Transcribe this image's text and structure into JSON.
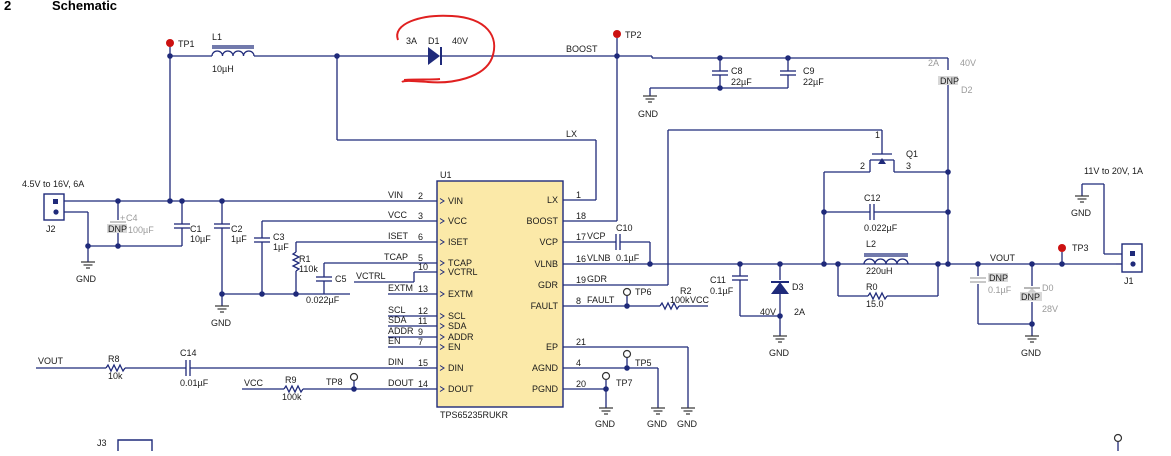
{
  "header": {
    "section_number": "2",
    "section_title": "Schematic"
  },
  "ic": {
    "ref": "U1",
    "part": "TPS65235RUKR",
    "left_pins": [
      {
        "num": "2",
        "name": "VIN"
      },
      {
        "num": "3",
        "name": "VCC"
      },
      {
        "num": "6",
        "name": "ISET"
      },
      {
        "num": "5",
        "name": "TCAP"
      },
      {
        "num": "10",
        "name": "VCTRL"
      },
      {
        "num": "13",
        "name": "EXTM"
      },
      {
        "num": "12",
        "name": "SCL"
      },
      {
        "num": "11",
        "name": "SDA"
      },
      {
        "num": "9",
        "name": "ADDR"
      },
      {
        "num": "7",
        "name": "EN"
      },
      {
        "num": "15",
        "name": "DIN"
      },
      {
        "num": "14",
        "name": "DOUT"
      }
    ],
    "right_pins": [
      {
        "num": "1",
        "name": "LX"
      },
      {
        "num": "18",
        "name": "BOOST"
      },
      {
        "num": "17",
        "name": "VCP"
      },
      {
        "num": "16",
        "name": "VLNB"
      },
      {
        "num": "19",
        "name": "GDR"
      },
      {
        "num": "8",
        "name": "FAULT"
      },
      {
        "num": "21",
        "name": "EP"
      },
      {
        "num": "4",
        "name": "AGND"
      },
      {
        "num": "20",
        "name": "PGND"
      }
    ]
  },
  "nets": {
    "vin": "VIN",
    "vcc": "VCC",
    "iset": "ISET",
    "tcap": "TCAP",
    "vctrl": "VCTRL",
    "extm": "EXTM",
    "scl": "SCL",
    "sda": "SDA",
    "addr": "ADDR",
    "en": "EN",
    "din": "DIN",
    "dout": "DOUT",
    "vout": "VOUT",
    "boost": "BOOST",
    "lx": "LX",
    "vcp": "VCP",
    "vlnb": "VLNB",
    "gdr": "GDR",
    "fault": "FAULT",
    "vcc2": "VCC"
  },
  "components": {
    "l1": {
      "ref": "L1",
      "value": "10µH"
    },
    "d1": {
      "ref": "D1",
      "rating_a": "3A",
      "rating_v": "40V"
    },
    "c8": {
      "ref": "C8",
      "value": "22µF"
    },
    "c9": {
      "ref": "C9",
      "value": "22µF"
    },
    "d2": {
      "ref": "D2",
      "rating_a": "2A",
      "rating_v": "40V",
      "dnp": "DNP"
    },
    "c4": {
      "ref": "C4",
      "value": "100µF",
      "dnp": "DNP",
      "plus": "+"
    },
    "c1": {
      "ref": "C1",
      "value": "10µF"
    },
    "c2": {
      "ref": "C2",
      "value": "1µF"
    },
    "c3": {
      "ref": "C3",
      "value": "1µF"
    },
    "r1": {
      "ref": "R1",
      "value": "110k"
    },
    "c5": {
      "ref": "C5",
      "value": "0.022µF"
    },
    "c10": {
      "ref": "C10",
      "value": "0.1µF"
    },
    "r2": {
      "ref": "R2",
      "value": "100k"
    },
    "c11": {
      "ref": "C11",
      "value": "0.1µF"
    },
    "d3": {
      "ref": "D3",
      "rating_v": "40V",
      "rating_a": "2A"
    },
    "q1": {
      "ref": "Q1",
      "pin1": "1",
      "pin2": "2",
      "pin3": "3"
    },
    "c12": {
      "ref": "C12",
      "value": "0.022µF"
    },
    "l2": {
      "ref": "L2",
      "value": "220uH"
    },
    "r0": {
      "ref": "R0",
      "value": "15.0"
    },
    "c_dnp": {
      "value": "0.1µF",
      "dnp": "DNP"
    },
    "d0": {
      "ref": "D0",
      "rating_v": "28V",
      "dnp": "DNP"
    },
    "r8": {
      "ref": "R8",
      "value": "10k"
    },
    "c14": {
      "ref": "C14",
      "value": "0.01µF"
    },
    "r9": {
      "ref": "R9",
      "value": "100k"
    }
  },
  "connectors": {
    "j1": {
      "ref": "J1",
      "desc": "11V to 20V, 1A"
    },
    "j2": {
      "ref": "J2",
      "desc": "4.5V to 16V, 6A"
    },
    "j3": {
      "ref": "J3"
    }
  },
  "testpoints": [
    "TP1",
    "TP2",
    "TP3",
    "TP5",
    "TP6",
    "TP7",
    "TP8"
  ],
  "gnd_label": "GND",
  "annotation_color": "#e02020",
  "wire_color": "#1f2a7a"
}
